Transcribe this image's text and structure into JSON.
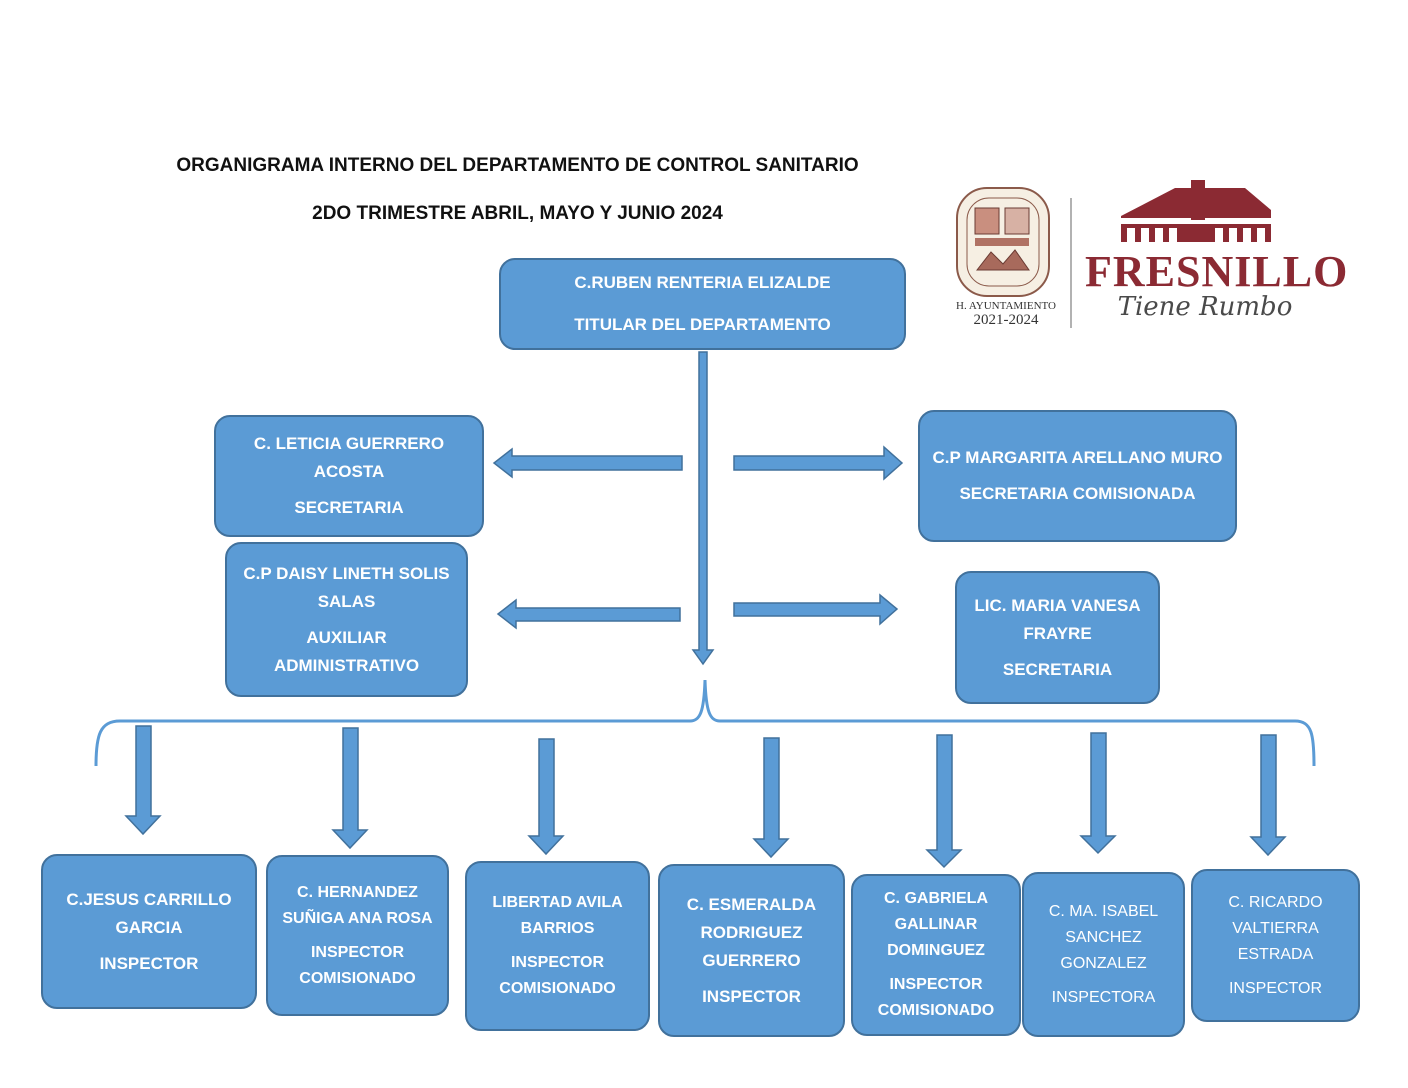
{
  "header": {
    "title": "ORGANIGRAMA INTERNO DEL DEPARTAMENTO DE CONTROL SANITARIO",
    "subtitle": "2DO TRIMESTRE ABRIL, MAYO Y JUNIO 2024"
  },
  "logo": {
    "seal_line1": "H. AYUNTAMIENTO",
    "seal_line2": "2021-2024",
    "brand": "FRESNILLO",
    "tagline": "Tiene Rumbo",
    "brand_color": "#8b2a33"
  },
  "colors": {
    "box_fill": "#5b9bd5",
    "box_border": "#41719c",
    "text": "#ffffff"
  },
  "head": {
    "name": "C.RUBEN RENTERIA ELIZALDE",
    "role": "TITULAR DEL DEPARTAMENTO"
  },
  "left_staff": [
    {
      "name": "C. LETICIA GUERRERO ACOSTA",
      "role": "SECRETARIA"
    },
    {
      "name": "C.P DAISY LINETH SOLIS SALAS",
      "role": "AUXILIAR ADMINISTRATIVO"
    }
  ],
  "right_staff": [
    {
      "name": "C.P MARGARITA ARELLANO MURO",
      "role": "SECRETARIA COMISIONADA"
    },
    {
      "name": "LIC. MARIA VANESA FRAYRE",
      "role": "SECRETARIA"
    }
  ],
  "inspectors": [
    {
      "name": "C.JESUS CARRILLO GARCIA",
      "role": "INSPECTOR"
    },
    {
      "name": "C. HERNANDEZ SUÑIGA ANA ROSA",
      "role": "INSPECTOR COMISIONADO"
    },
    {
      "name": "LIBERTAD AVILA BARRIOS",
      "role": "INSPECTOR COMISIONADO"
    },
    {
      "name": "C. ESMERALDA RODRIGUEZ GUERRERO",
      "role": "INSPECTOR"
    },
    {
      "name": "C. GABRIELA GALLINAR DOMINGUEZ",
      "role": "INSPECTOR COMISIONADO"
    },
    {
      "name": "C. MA. ISABEL SANCHEZ GONZALEZ",
      "role": "INSPECTORA"
    },
    {
      "name": "C. RICARDO VALTIERRA ESTRADA",
      "role": "INSPECTOR"
    }
  ]
}
